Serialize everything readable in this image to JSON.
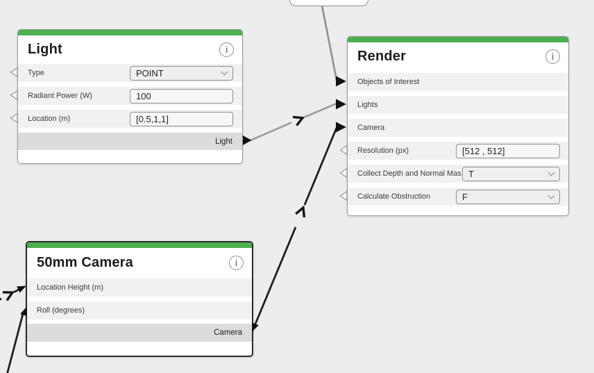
{
  "colors": {
    "background": "#ededed",
    "node_header_accent": "#4caf50",
    "edge_gray": "#9a9a9a",
    "edge_black": "#1e1e1e",
    "output_row_gray": "#dcdcdc"
  },
  "icons": {
    "info": "i"
  },
  "nodes": {
    "light": {
      "title": "Light",
      "fields": [
        {
          "label": "Type",
          "control": "select",
          "value": "POINT"
        },
        {
          "label": "Radiant Power (W)",
          "control": "input",
          "value": "100"
        },
        {
          "label": "Location (m)",
          "control": "input",
          "value": "[0.5,1,1]"
        }
      ],
      "output_label": "Light"
    },
    "render": {
      "title": "Render",
      "inputs": [
        "Objects of Interest",
        "Lights",
        "Camera"
      ],
      "fields": [
        {
          "label": "Resolution (px)",
          "control": "input",
          "value": "[512 , 512]"
        },
        {
          "label": "Collect Depth and Normal Mas...",
          "control": "select",
          "value": "T"
        },
        {
          "label": "Calculate Obstruction",
          "control": "select",
          "value": "F"
        }
      ]
    },
    "camera": {
      "title": "50mm Camera",
      "inputs": [
        "Location Height (m)",
        "Roll (degrees)"
      ],
      "output_label": "Camera"
    }
  }
}
